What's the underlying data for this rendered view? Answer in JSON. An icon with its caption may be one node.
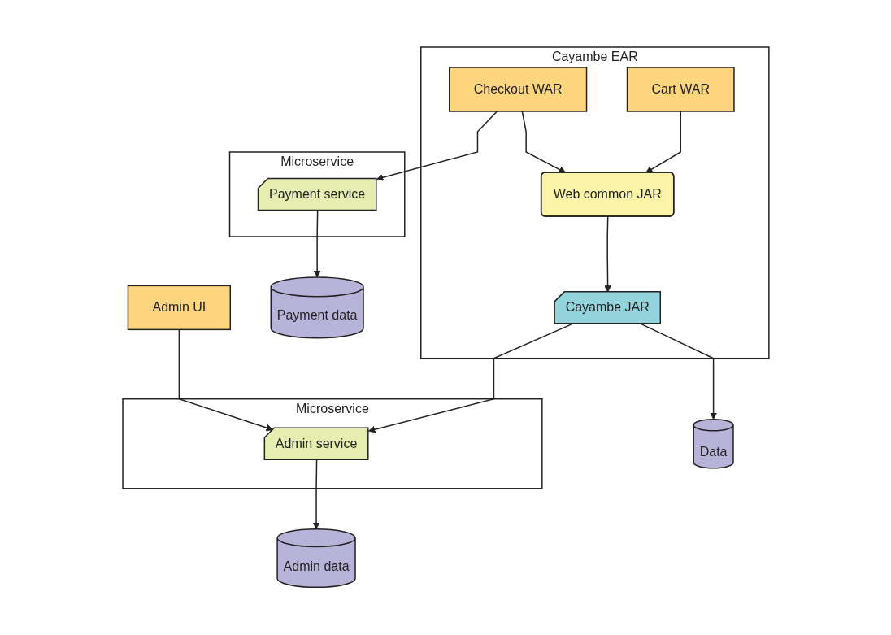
{
  "diagram": {
    "nodes": [
      {
        "text": [
          "Microservice"
        ]
      },
      {
        "text": [
          "Payment service"
        ],
        "in": 0
      },
      {
        "text": [
          "Payment data"
        ]
      },
      {
        "text": [
          "Cayambe EAR"
        ]
      },
      {
        "text": [
          "Checkout WAR"
        ],
        "in": 3
      },
      {
        "text": [
          "Cart WAR"
        ],
        "in": 3
      },
      {
        "text": [
          "Web common JAR"
        ],
        "in": 3
      },
      {
        "text": [
          "Cayambe JAR"
        ],
        "in": 3
      },
      {
        "text": [
          "Data"
        ]
      },
      {
        "text": [
          "Admin UI"
        ]
      },
      {
        "text": [
          "Microservice"
        ]
      },
      {
        "text": [
          "Admin service"
        ],
        "in": 10
      },
      {
        "text": [
          "Admin data"
        ]
      }
    ],
    "edges": [
      {
        "from": 4,
        "to": 1,
        "arrow": "to"
      },
      {
        "from": 4,
        "to": 6,
        "arrow": "to"
      },
      {
        "from": 5,
        "to": 6,
        "arrow": "to"
      },
      {
        "from": 9,
        "to": 11,
        "arrow": "to"
      },
      {
        "from": 1,
        "to": 2,
        "arrow": "to"
      },
      {
        "from": 6,
        "to": 7,
        "arrow": "to"
      },
      {
        "from": 7,
        "to": 11,
        "arrow": "to"
      },
      {
        "from": 7,
        "to": 8,
        "arrow": "to"
      },
      {
        "from": 11,
        "to": 12,
        "arrow": "to"
      }
    ]
  }
}
